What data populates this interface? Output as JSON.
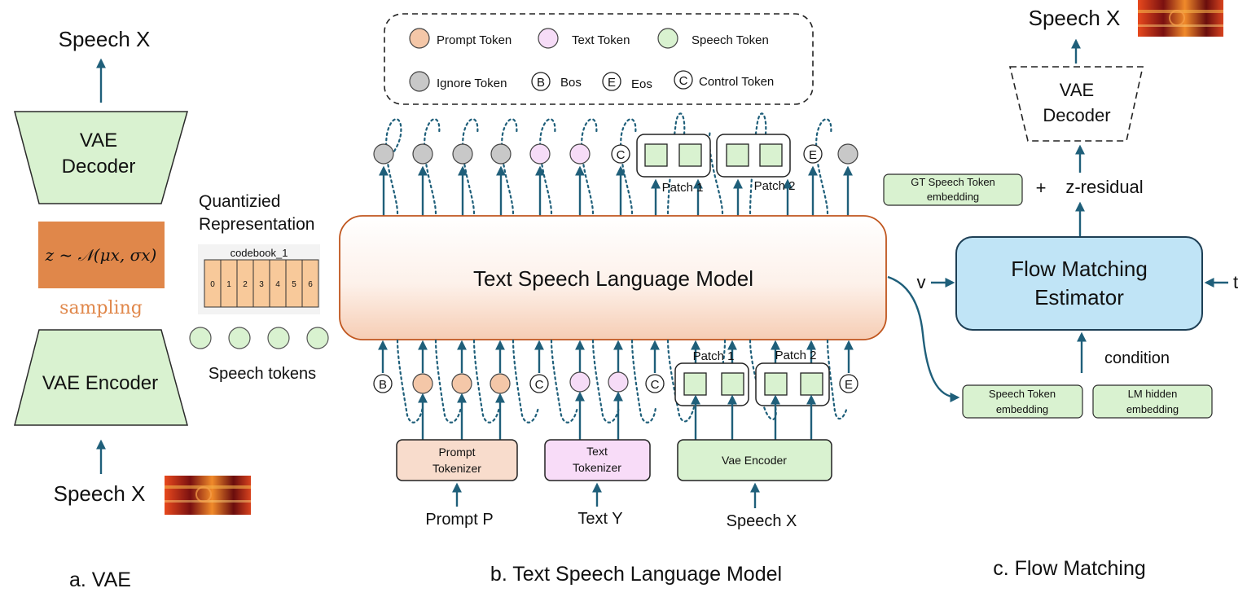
{
  "vae": {
    "speech_out": "Speech X",
    "decoder": [
      "VAE",
      "Decoder"
    ],
    "sampling_formula": "z ~ 𝒩(μx, σx)",
    "sampling_label": "sampling",
    "encoder": "VAE Encoder",
    "speech_in": "Speech X",
    "quantized_label": [
      "Quantizied",
      "Representation"
    ],
    "codebook_title": "codebook_1",
    "codebook_cells": [
      "0",
      "1",
      "2",
      "3",
      "4",
      "5",
      "6"
    ],
    "speech_tokens_label": "Speech tokens",
    "caption": "a. VAE"
  },
  "legend": {
    "prompt_token": "Prompt Token",
    "text_token": "Text Token",
    "speech_token": "Speech Token",
    "ignore_token": "Ignore Token",
    "bos_letter": "B",
    "bos": "Bos",
    "eos_letter": "E",
    "eos": "Eos",
    "control_letter": "C",
    "control_token": "Control Token"
  },
  "lm": {
    "title": "Text Speech Language Model",
    "top_patch_1": "Patch 1",
    "top_patch_2": "Patch 2",
    "bottom_patch_1": "Patch 1",
    "bottom_patch_2": "Patch 2",
    "top_c": "C",
    "top_e": "E",
    "bottom_b": "B",
    "bottom_c1": "C",
    "bottom_c2": "C",
    "bottom_e": "E",
    "prompt_tokenizer": [
      "Prompt",
      "Tokenizer"
    ],
    "text_tokenizer": [
      "Text",
      "Tokenizer"
    ],
    "vae_encoder": "Vae Encoder",
    "prompt_input": "Prompt P",
    "text_input": "Text Y",
    "speech_input": "Speech X",
    "caption": "b. Text Speech Language Model"
  },
  "flow": {
    "speech_out": "Speech X",
    "decoder": [
      "VAE",
      "Decoder"
    ],
    "plus": "+",
    "z_residual": "z-residual",
    "gt_embedding": [
      "GT Speech Token",
      "embedding"
    ],
    "estimator": [
      "Flow Matching",
      "Estimator"
    ],
    "v_label": "v",
    "t_label": "t",
    "condition": "condition",
    "speech_token_embedding": [
      "Speech Token",
      "embedding"
    ],
    "lm_hidden_embedding": [
      "LM hidden",
      "embedding"
    ],
    "caption": "c. Flow Matching"
  },
  "colors": {
    "green_fill": "#d9f2d0",
    "orange_token": "#f4c7a8",
    "pink_token": "#f6dcf7",
    "gray_token": "#c8c8c8",
    "blue_box": "#c0e4f6",
    "arrow_blue": "#1f5f7a",
    "sampling_box": "#e0874a"
  }
}
